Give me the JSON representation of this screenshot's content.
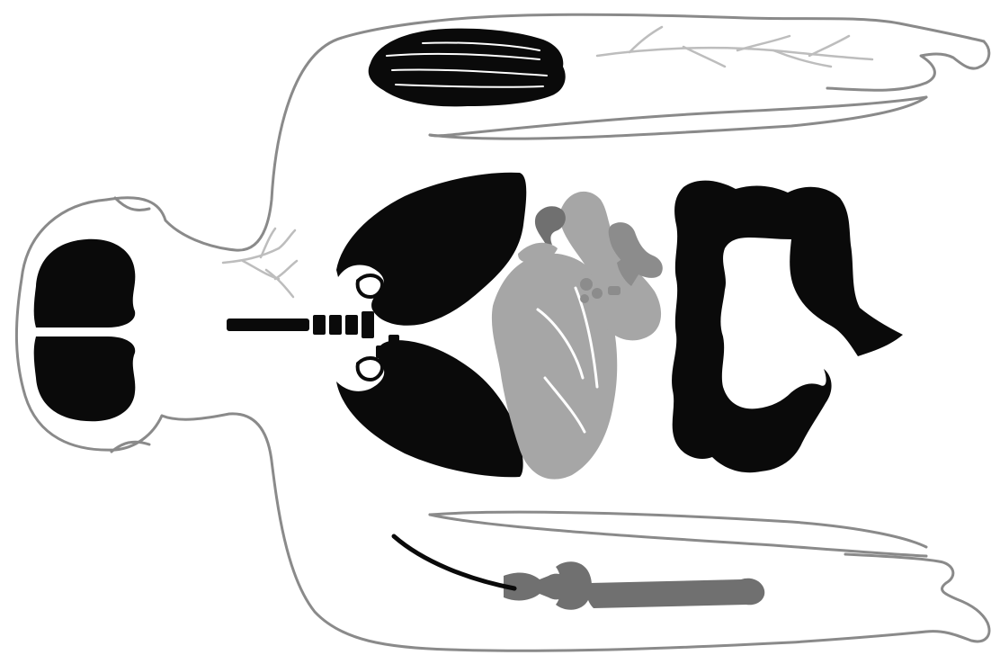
{
  "diagram": {
    "orientation": "rotated-90-head-left",
    "colors": {
      "background": "#ffffff",
      "outline": "#8a8a8a",
      "dark_organ": "#0a0a0a",
      "grey_organ": "#a6a6a6",
      "bone": "#707070",
      "nerve": "#bdbdbd"
    },
    "organs": [
      "brain",
      "trachea",
      "lungs",
      "heart",
      "stomach",
      "pancreas",
      "gallbladder",
      "large-intestine",
      "muscle",
      "forearm-nerve",
      "neck-nerve",
      "leg-bones",
      "tendon"
    ]
  }
}
